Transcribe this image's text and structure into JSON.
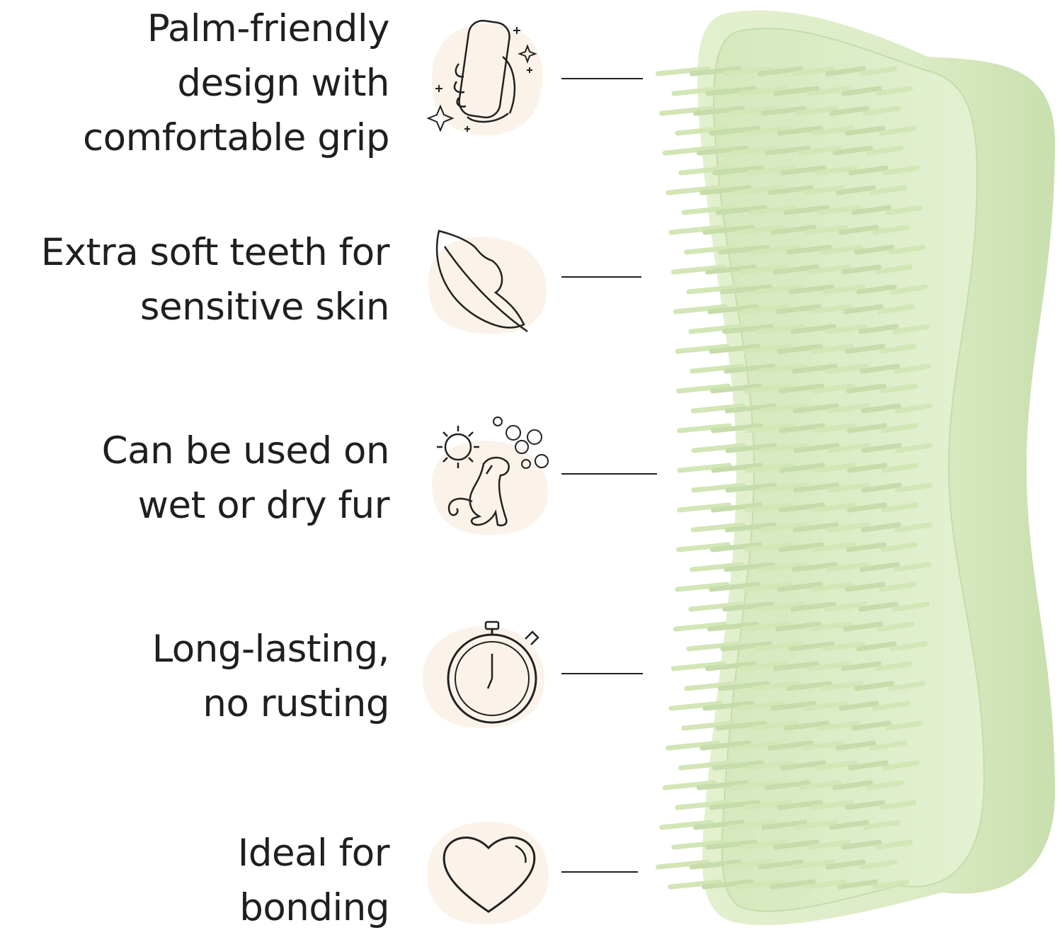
{
  "features": [
    {
      "icon": "hand-grip-icon",
      "lines": [
        "Palm-friendly",
        "design with",
        "comfortable grip"
      ]
    },
    {
      "icon": "feather-icon",
      "lines": [
        "Extra soft teeth for",
        "sensitive skin"
      ]
    },
    {
      "icon": "sun-bubbles-dog-icon",
      "lines": [
        "Can be used on",
        "wet or dry fur"
      ]
    },
    {
      "icon": "stopwatch-icon",
      "lines": [
        "Long-lasting,",
        "no rusting"
      ]
    },
    {
      "icon": "heart-icon",
      "lines": [
        "Ideal for",
        "bonding"
      ]
    }
  ],
  "colors": {
    "text": "#1f1f1f",
    "icon_blob": "#fbf3ea",
    "brush_body": "#dcecc6",
    "brush_shadow": "#c6dcaa",
    "bristle": "#d2e6b6"
  }
}
